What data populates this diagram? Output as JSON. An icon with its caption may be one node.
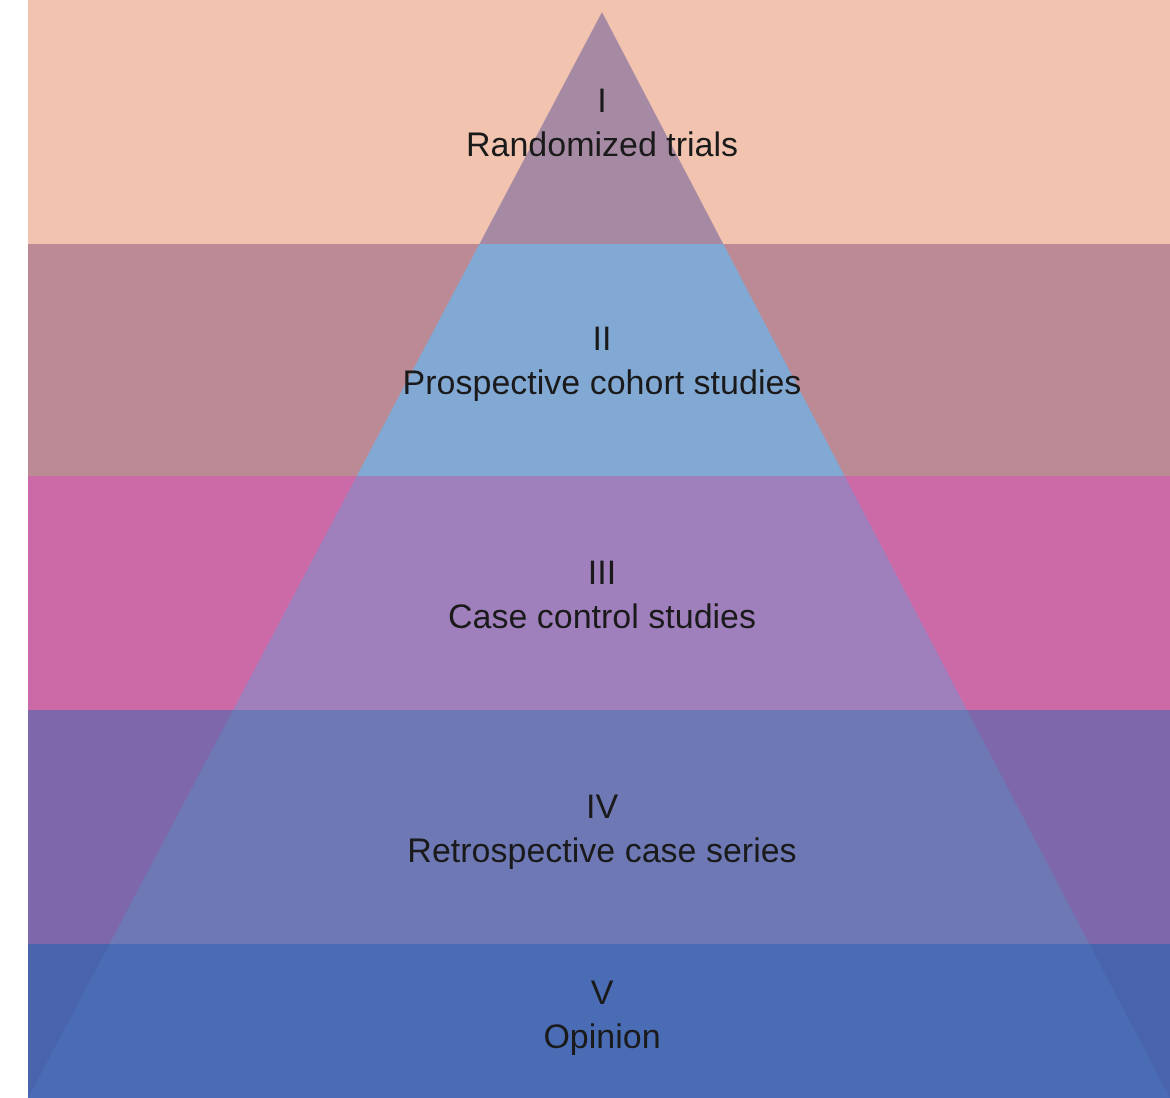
{
  "diagram": {
    "nodes": [
      {
        "text": [
          "I",
          "Randomized trials"
        ]
      },
      {
        "text": [
          "II",
          "Prospective cohort studies"
        ]
      },
      {
        "text": [
          "III",
          "Case control studies"
        ]
      },
      {
        "text": [
          "IV",
          "Retrospective case series"
        ]
      },
      {
        "text": [
          "V",
          "Opinion"
        ]
      }
    ]
  }
}
